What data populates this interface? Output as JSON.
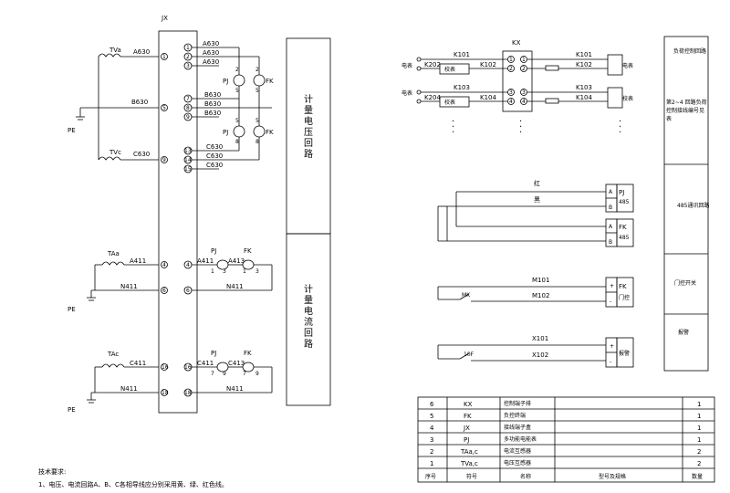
{
  "left": {
    "jx": "JX",
    "tva": "TVa",
    "tvc": "TVc",
    "taa": "TAa",
    "tac": "TAc",
    "pe": "PE",
    "a630": "A630",
    "b630": "B630",
    "c630": "C630",
    "a411": "A411",
    "n411": "N411",
    "c411": "C411",
    "a413": "A413",
    "c413": "C413",
    "pj": "PJ",
    "fk": "FK",
    "t1": "1",
    "t2": "2",
    "t3": "3",
    "t5": "5",
    "t6": "6",
    "t7": "7",
    "t8": "8",
    "t9": "9",
    "term_left": [
      "1",
      "5",
      "9",
      "4",
      "6",
      "16",
      "18"
    ],
    "term_right": [
      "1",
      "2",
      "3",
      "7",
      "8",
      "9",
      "13",
      "14",
      "15",
      "4",
      "6",
      "16",
      "18"
    ],
    "box_voltage": "计量电压回路",
    "box_current": "计量电流回路",
    "notes_title": "技术要求:",
    "notes_line": "1、电压、电流回路A、B、C各相导线应分别采用黄、绿、红色线。"
  },
  "right": {
    "kx": "KX",
    "k101": "K101",
    "k102": "K102",
    "k103": "K103",
    "k104": "K104",
    "k202": "K202",
    "k204": "K204",
    "dianbiao": "电表",
    "jiaobiao": "校表",
    "dianbiao2": "电表",
    "jiaobiao2": "校表",
    "dots": "·",
    "t1": "1",
    "t2": "2",
    "t3": "3",
    "t4": "4",
    "hong": "红",
    "hei": "黑",
    "pj": "PJ",
    "fk": "FK",
    "r485": "485",
    "a": "A",
    "b": "B",
    "m101": "M101",
    "m102": "M102",
    "mk": "MK",
    "x101": "X101",
    "x102": "X102",
    "x10f": "10F",
    "plus": "+",
    "minus": "-",
    "fk_lbl": "FK",
    "men": "门控",
    "bj": "报警",
    "side_1": "负荷控制回路",
    "side_2": "第2~4 回路负荷控制接线编号见表",
    "side_3": "485通讯回路",
    "side_4": "门控开关",
    "side_5": "报警"
  },
  "bom": {
    "rows": [
      {
        "no": "6",
        "code": "KX",
        "name": "控制端子排",
        "qty": "1"
      },
      {
        "no": "5",
        "code": "FK",
        "name": "负控终端",
        "qty": "1"
      },
      {
        "no": "4",
        "code": "JX",
        "name": "接线端子盒",
        "qty": "1"
      },
      {
        "no": "3",
        "code": "PJ",
        "name": "多功能电能表",
        "qty": "1"
      },
      {
        "no": "2",
        "code": "TAa,c",
        "name": "电流互感器",
        "qty": "2"
      },
      {
        "no": "1",
        "code": "TVa,c",
        "name": "电压互感器",
        "qty": "2"
      }
    ],
    "header": {
      "no": "序号",
      "code": "符号",
      "name": "名称",
      "spec": "型号及规格",
      "qty": "数量"
    }
  }
}
